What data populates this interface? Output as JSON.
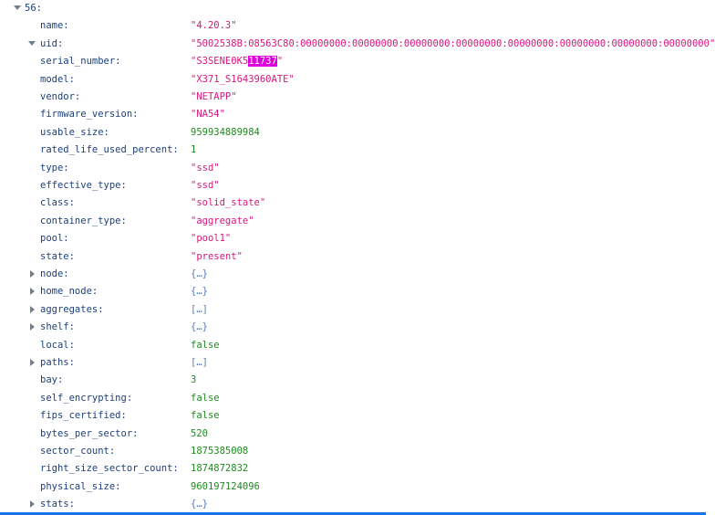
{
  "root": {
    "key": "56:"
  },
  "rows": [
    {
      "key": "name:",
      "value": "\"4.20.3\"",
      "kind": "str"
    },
    {
      "key": "uid:",
      "value": "\"5002538B:08563C80:00000000:00000000:00000000:00000000:00000000:00000000:00000000:00000000\"",
      "kind": "str",
      "expanded": true
    },
    {
      "key": "serial_number:",
      "value_prefix": "\"S3SENE0K5",
      "value_highlight": "11737",
      "value_suffix": "\"",
      "kind": "str"
    },
    {
      "key": "model:",
      "value": "\"X371_S1643960ATE\"",
      "kind": "str"
    },
    {
      "key": "vendor:",
      "value": "\"NETAPP\"",
      "kind": "str"
    },
    {
      "key": "firmware_version:",
      "value": "\"NA54\"",
      "kind": "str"
    },
    {
      "key": "usable_size:",
      "value": "959934889984",
      "kind": "num"
    },
    {
      "key": "rated_life_used_percent:",
      "value": "1",
      "kind": "num"
    },
    {
      "key": "type:",
      "value": "\"ssd\"",
      "kind": "str"
    },
    {
      "key": "effective_type:",
      "value": "\"ssd\"",
      "kind": "str"
    },
    {
      "key": "class:",
      "value": "\"solid_state\"",
      "kind": "str"
    },
    {
      "key": "container_type:",
      "value": "\"aggregate\"",
      "kind": "str"
    },
    {
      "key": "pool:",
      "value": "\"pool1\"",
      "kind": "str"
    },
    {
      "key": "state:",
      "value": "\"present\"",
      "kind": "str"
    },
    {
      "key": "node:",
      "value": "{…}",
      "kind": "obj",
      "collapsed": true
    },
    {
      "key": "home_node:",
      "value": "{…}",
      "kind": "obj",
      "collapsed": true
    },
    {
      "key": "aggregates:",
      "value": "[…]",
      "kind": "obj",
      "collapsed": true
    },
    {
      "key": "shelf:",
      "value": "{…}",
      "kind": "obj",
      "collapsed": true
    },
    {
      "key": "local:",
      "value": "false",
      "kind": "bool"
    },
    {
      "key": "paths:",
      "value": "[…]",
      "kind": "obj",
      "collapsed": true
    },
    {
      "key": "bay:",
      "value": "3",
      "kind": "num"
    },
    {
      "key": "self_encrypting:",
      "value": "false",
      "kind": "bool"
    },
    {
      "key": "fips_certified:",
      "value": "false",
      "kind": "bool"
    },
    {
      "key": "bytes_per_sector:",
      "value": "520",
      "kind": "num"
    },
    {
      "key": "sector_count:",
      "value": "1875385008",
      "kind": "num"
    },
    {
      "key": "right_size_sector_count:",
      "value": "1874872832",
      "kind": "num"
    },
    {
      "key": "physical_size:",
      "value": "960197124096",
      "kind": "num"
    },
    {
      "key": "stats:",
      "value": "{…}",
      "kind": "obj",
      "collapsed": true
    }
  ]
}
